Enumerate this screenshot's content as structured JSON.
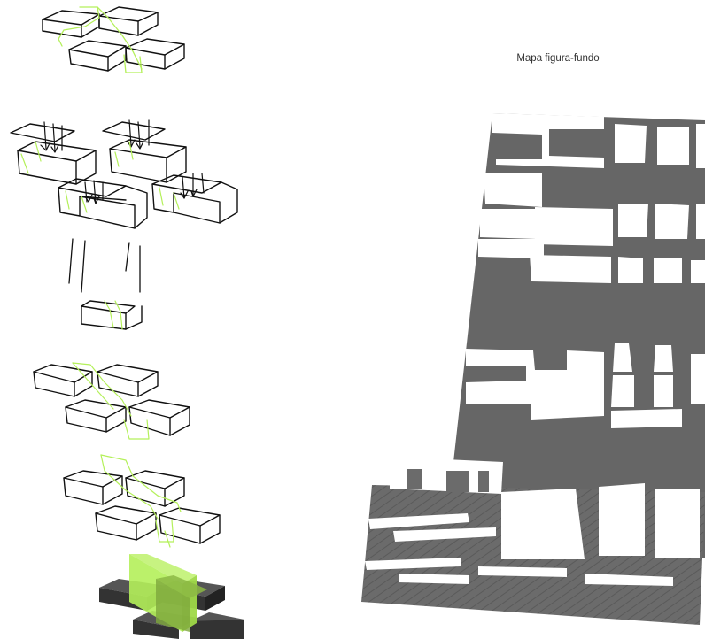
{
  "map": {
    "title": "Mapa figura-fundo"
  },
  "colors": {
    "background": "#ffffff",
    "built_mass": "#666666",
    "open_space": "#ffffff",
    "sketch_line": "#111111",
    "highlight": "#b4f05a",
    "dark_block": "#3a3a3a"
  },
  "illustrations": [
    "block-grid-sketch",
    "block-grid-arrows-sketch",
    "pillar-lines-sketch",
    "single-block-sketch",
    "block-grid-passage-sketch",
    "block-grid-raised-passage-sketch",
    "dark-block-green-volume-render",
    "figure-ground-map"
  ]
}
